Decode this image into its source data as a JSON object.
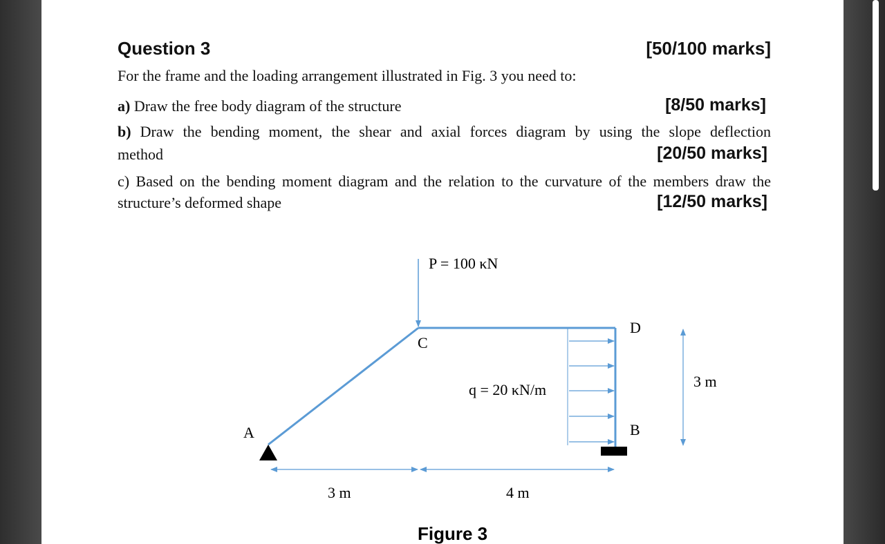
{
  "question": {
    "title": "Question 3",
    "marks": "[50/100 marks]",
    "intro": "For the frame and the loading arrangement illustrated in Fig. 3 you need to:",
    "parts": [
      {
        "label": "a)",
        "text": "Draw the free body diagram of the structure",
        "marks": "[8/50 marks]"
      },
      {
        "label": "b)",
        "text": "Draw the bending moment, the shear and axial forces diagram by using the slope deflection",
        "text_cont": "method",
        "marks": "[20/50 marks]"
      },
      {
        "label": "c)",
        "text": "Based on the bending moment diagram and the relation to the curvature of the members draw the",
        "text_cont": "structure’s deformed shape",
        "marks": "[12/50 marks]"
      }
    ]
  },
  "figure": {
    "load_label": "P = 100 κN",
    "distributed_load_label": "q = 20 κN/m",
    "node_labels": {
      "A": "A",
      "B": "B",
      "C": "C",
      "D": "D"
    },
    "dim_left": "3 m",
    "dim_right": "4 m",
    "dim_height": "3 m",
    "caption": "Figure 3",
    "member_color": "#5b9bd5"
  }
}
